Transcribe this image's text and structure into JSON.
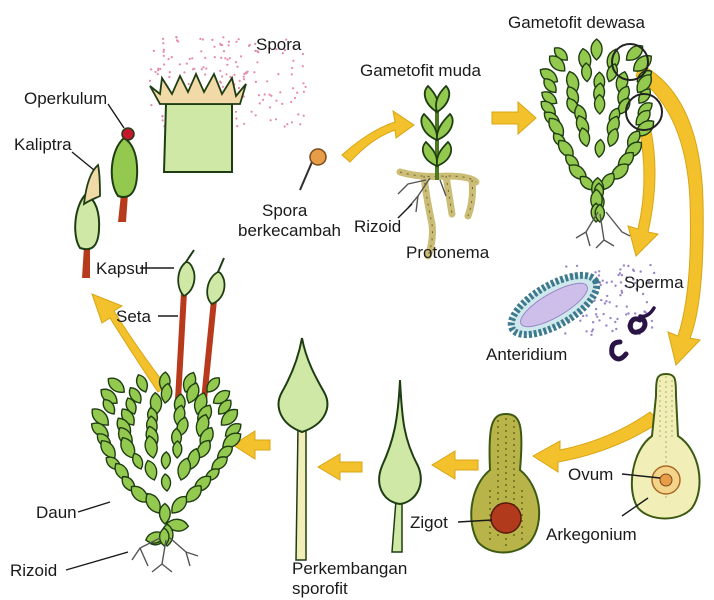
{
  "colors": {
    "arrow": "#f3c12c",
    "arrow_edge": "#d9a514",
    "leaf_fill": "#93c94f",
    "leaf_light": "#cfe8a6",
    "leaf_edge": "#1f3d12",
    "seta": "#b83a1c",
    "spore": "#e58aa6",
    "sperm_dots": "#9a86c8",
    "sperm": "#2a1446",
    "zygote": "#b23a1c",
    "ovum": "#e79c47",
    "capsule_ring": "#f2d9a8",
    "operculum": "#c4162c",
    "rhizoid": "#555555"
  },
  "labels": {
    "spora": "Spora",
    "operkulum": "Operkulum",
    "kaliptra": "Kaliptra",
    "gametofit_muda": "Gametofit muda",
    "gametofit_dewasa": "Gametofit dewasa",
    "spora_berkecambah_1": "Spora",
    "spora_berkecambah_2": "berkecambah",
    "rizoid_top": "Rizoid",
    "protonema": "Protonema",
    "sperma": "Sperma",
    "anteridium": "Anteridium",
    "kapsul": "Kapsul",
    "seta": "Seta",
    "daun": "Daun",
    "rizoid_bottom": "Rizoid",
    "zigot": "Zigot",
    "ovum": "Ovum",
    "arkegonium": "Arkegonium",
    "perkembangan_1": "Perkembangan",
    "perkembangan_2": "sporofit"
  }
}
